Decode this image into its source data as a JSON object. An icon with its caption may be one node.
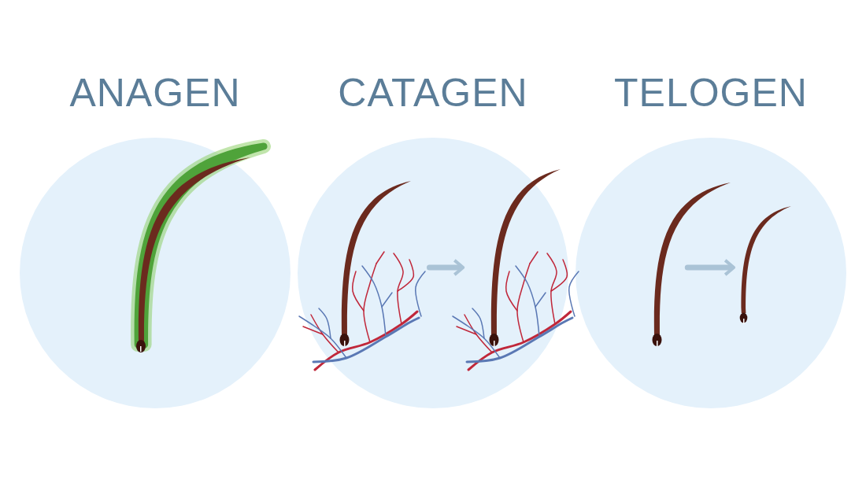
{
  "diagram": {
    "nodes": [
      {
        "text": [
          "ANAGEN"
        ]
      },
      {
        "text": [
          "CATAGEN"
        ]
      },
      {
        "text": [],
        "shape": "picture",
        "in": 1
      },
      {
        "text": [],
        "shape": "picture",
        "in": 1
      },
      {
        "text": [
          "TELOGEN"
        ]
      },
      {
        "text": [],
        "shape": "picture",
        "in": 4
      },
      {
        "text": [],
        "shape": "picture",
        "in": 4
      }
    ],
    "edges": [
      {
        "from": 2,
        "to": 3,
        "arrow": "to"
      },
      {
        "from": 5,
        "to": 6,
        "arrow": "to"
      }
    ]
  }
}
